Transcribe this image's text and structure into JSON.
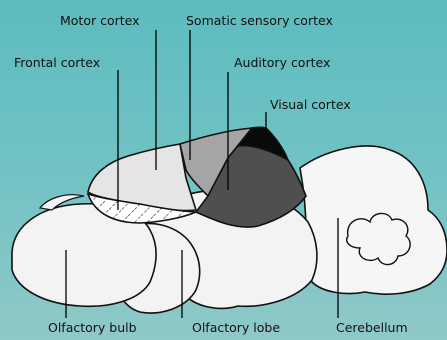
{
  "labels": {
    "motor_cortex": "Motor cortex",
    "somatic_sensory_cortex": "Somatic sensory cortex",
    "frontal_cortex": "Frontal cortex",
    "auditory_cortex": "Auditory cortex",
    "visual_cortex": "Visual cortex",
    "olfactory_bulb": "Olfactory bulb",
    "olfactory_lobe": "Olfactory lobe",
    "cerebellum": "Cerebellum"
  },
  "colors": {
    "background_top": "#5cbcbe",
    "background_bottom": "#8fc9c7",
    "brain_white": "#f4f4f4",
    "motor_cortex": "#e4e4e4",
    "somatic_sensory_cortex": "#a4a4a4",
    "auditory_cortex": "#4e4e4e",
    "visual_cortex": "#0a0a0a",
    "outline": "#111111"
  }
}
